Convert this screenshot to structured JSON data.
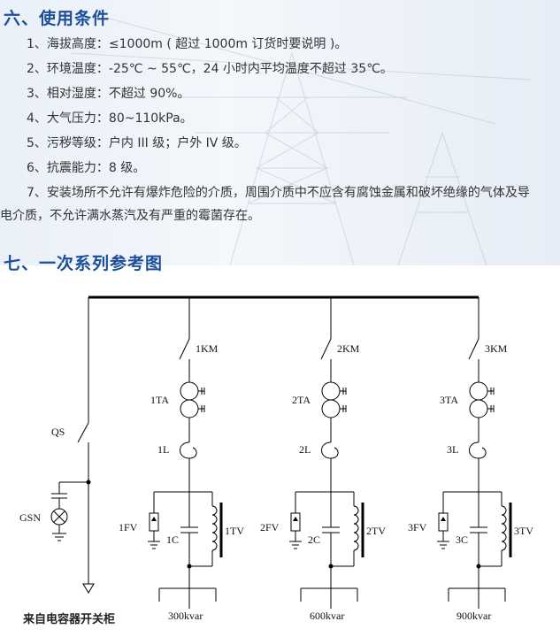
{
  "section6": {
    "title": "六、使用条件",
    "items": [
      "1、海拔高度：≤1000m ( 超过 1000m 订货时要说明 )。",
      "2、环境温度：-25℃ ~ 55℃，24 小时内平均温度不超过 35℃。",
      "3、相对湿度：不超过 90%。",
      "4、大气压力：80~110kPa。",
      "5、污秽等级：户内 III 级；户外 IV 级。",
      "6、抗震能力：8 级。",
      "7、安装场所不允许有爆炸危险的介质，周围介质中不应含有腐蚀金属和破坏绝缘的气体及导"
    ],
    "item7_continuation": "电介质，不允许满水蒸汽及有严重的霉菌存在。"
  },
  "section7": {
    "title": "七、一次系列参考图"
  },
  "diagram": {
    "qs_label": "QS",
    "gsn_label": "GSN",
    "source_label": "来自电容器开关柜",
    "branches": [
      {
        "km": "1KM",
        "ta": "1TA",
        "l": "1L",
        "fv": "1FV",
        "c": "1C",
        "tv": "1TV",
        "rating": "300kvar"
      },
      {
        "km": "2KM",
        "ta": "2TA",
        "l": "2L",
        "fv": "2FV",
        "c": "2C",
        "tv": "2TV",
        "rating": "600kvar"
      },
      {
        "km": "3KM",
        "ta": "3TA",
        "l": "3L",
        "fv": "3FV",
        "c": "3C",
        "tv": "3TV",
        "rating": "900kvar"
      }
    ]
  }
}
